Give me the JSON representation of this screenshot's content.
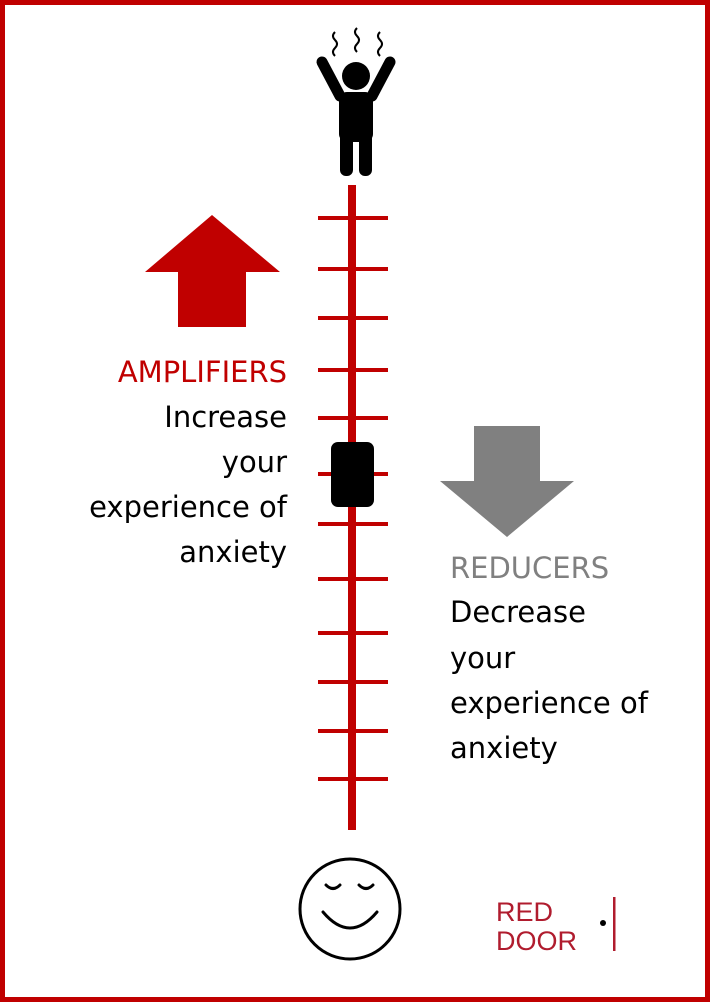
{
  "colors": {
    "accent": "#c00000",
    "reducer": "#808080",
    "text": "#000000",
    "frame": "#c00000"
  },
  "icons": {
    "top": "stressed-person-icon",
    "bottom": "calm-smiley-face-icon",
    "slider": "scale-slider-marker"
  },
  "amplifiers": {
    "title": "AMPLIFIERS",
    "lines": [
      "Increase",
      "your",
      "experience of",
      "anxiety"
    ]
  },
  "reducers": {
    "title": "REDUCERS",
    "lines": [
      "Decrease",
      "your",
      "experience of",
      "anxiety"
    ]
  },
  "logo": {
    "line1": "RED",
    "line2": "DOOR"
  }
}
